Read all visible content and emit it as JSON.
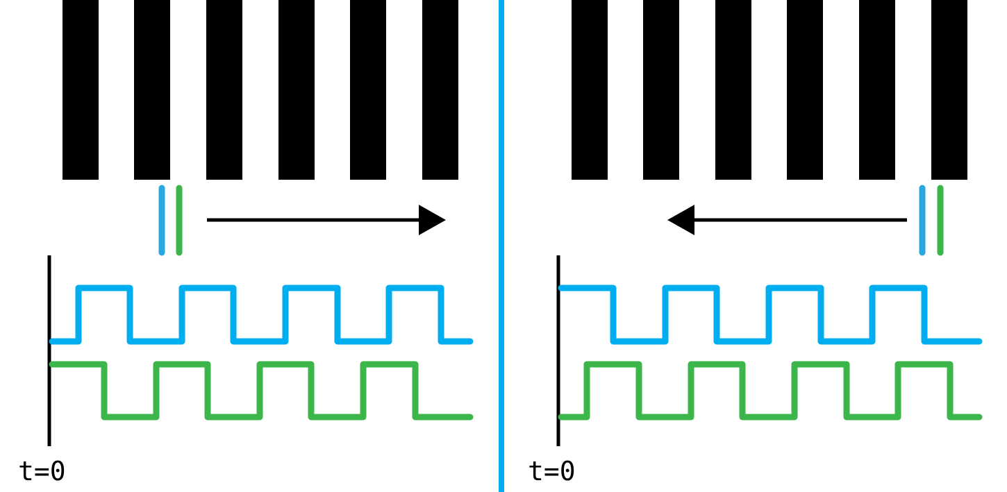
{
  "colors": {
    "channel_a": "#00aeef",
    "channel_b": "#3cb54a",
    "divider": "#00aeef",
    "stripes": "#000000",
    "background": "#ffffff"
  },
  "panels": [
    {
      "direction": "right",
      "time_label": "t=0"
    },
    {
      "direction": "left",
      "time_label": "t=0"
    }
  ]
}
